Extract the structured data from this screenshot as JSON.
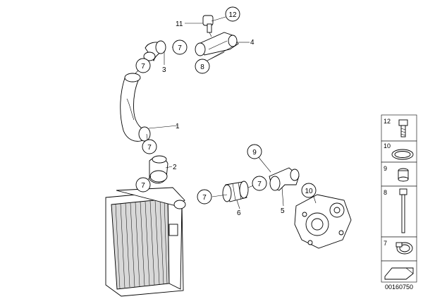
{
  "callouts": {
    "c1": "1",
    "c2": "2",
    "c3": "3",
    "c4": "4",
    "c5": "5",
    "c6": "6",
    "c7a": "7",
    "c7b": "7",
    "c7c": "7",
    "c7d": "7",
    "c7e": "7",
    "c7f": "7",
    "c8": "8",
    "c9": "9",
    "c10": "10",
    "c11": "11",
    "c12": "12"
  },
  "legend": {
    "items": [
      "12",
      "10",
      "9",
      "8",
      "7"
    ]
  },
  "diagram_code": "00160750"
}
